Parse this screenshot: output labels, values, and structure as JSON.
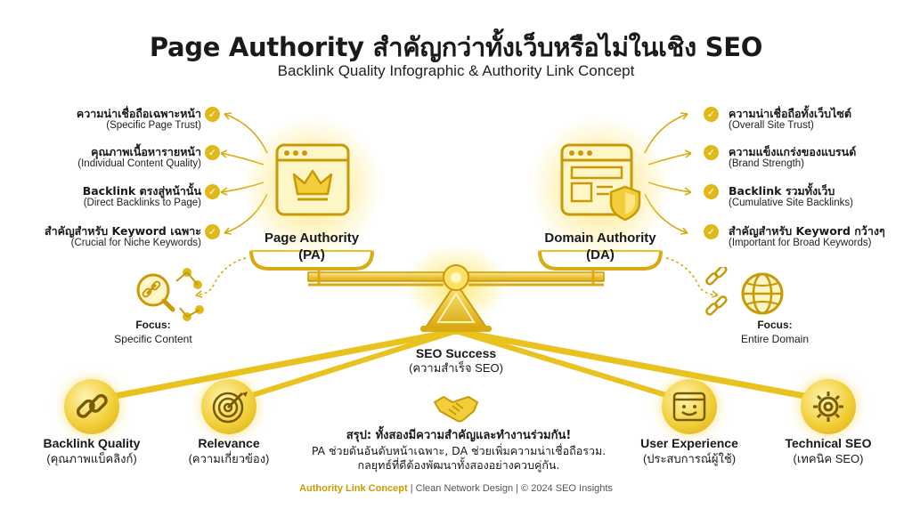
{
  "header": {
    "title": "Page Authority สำคัญกว่าทั้งเว็บหรือไม่ในเชิง SEO",
    "subtitle": "Backlink Quality Infographic & Authority Link Concept"
  },
  "pa": {
    "label_line1": "Page Authority",
    "label_line2": "(PA)",
    "features": [
      {
        "th": "ความน่าเชื่อถือเฉพาะหน้า",
        "en": "(Specific Page Trust)"
      },
      {
        "th": "คุณภาพเนื้อหารายหน้า",
        "en": "(Individual Content Quality)"
      },
      {
        "th": "Backlink ตรงสู่หน้านั้น",
        "en": "(Direct Backlinks to Page)"
      },
      {
        "th": "สำคัญสำหรับ Keyword เฉพาะ",
        "en": "(Crucial for Niche Keywords)"
      }
    ],
    "focus_title": "Focus:",
    "focus_text": "Specific Content"
  },
  "da": {
    "label_line1": "Domain Authority",
    "label_line2": "(DA)",
    "features": [
      {
        "th": "ความน่าเชื่อถือทั้งเว็บไซต์",
        "en": "(Overall Site Trust)"
      },
      {
        "th": "ความแข็งแกร่งของแบรนด์",
        "en": "(Brand Strength)"
      },
      {
        "th": "Backlink รวมทั้งเว็บ",
        "en": "(Cumulative Site Backlinks)"
      },
      {
        "th": "สำคัญสำหรับ Keyword กว้างๆ",
        "en": "(Important for Broad Keywords)"
      }
    ],
    "focus_title": "Focus:",
    "focus_text": "Entire Domain"
  },
  "center": {
    "title": "SEO Success",
    "subtitle": "(ความสำเร็จ SEO)"
  },
  "factors": [
    {
      "name": "Backlink Quality",
      "sub": "(คุณภาพแบ็คลิงก์)",
      "icon": "link-icon"
    },
    {
      "name": "Relevance",
      "sub": "(ความเกี่ยวข้อง)",
      "icon": "target-icon"
    },
    {
      "name": "User Experience",
      "sub": "(ประสบการณ์ผู้ใช้)",
      "icon": "smiley-window-icon"
    },
    {
      "name": "Technical SEO",
      "sub": "(เทคนิค SEO)",
      "icon": "gear-icon"
    }
  ],
  "summary": {
    "title": "สรุป: ทั้งสองมีความสำคัญและทำงานร่วมกัน!",
    "line1": "PA ช่วยดันอันดับหน้าเฉพาะ, DA ช่วยเพิ่มความน่าเชื่อถือรวม.",
    "line2": "กลยุทธ์ที่ดีต้องพัฒนาทั้งสองอย่างควบคู่กัน."
  },
  "footer": {
    "brand": "Authority Link Concept",
    "rest": " | Clean Network Design | © 2024 SEO Insights"
  },
  "colors": {
    "gold": "#e0b819",
    "gold_dark": "#c89b00",
    "gold_light": "#ffe26a"
  }
}
